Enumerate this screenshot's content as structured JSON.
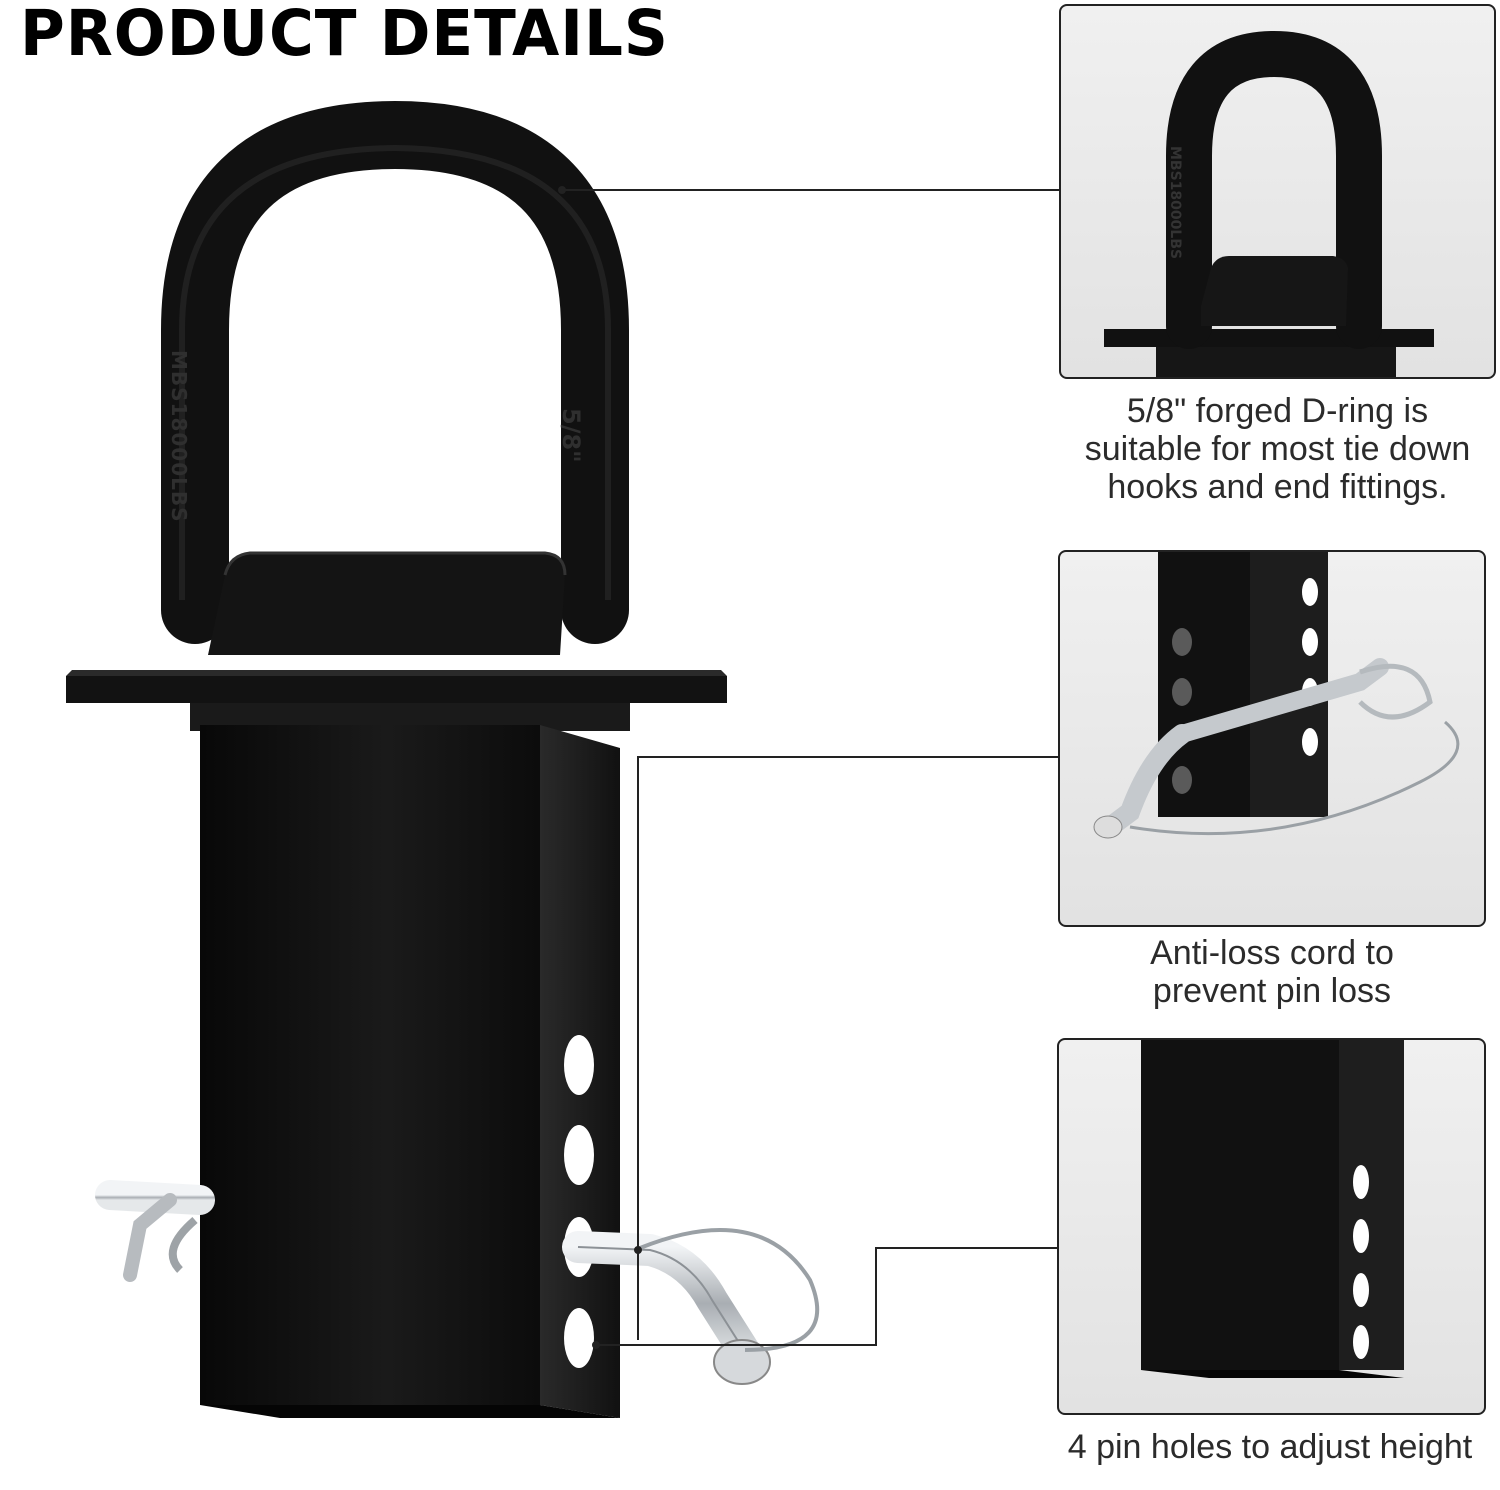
{
  "page": {
    "title": "PRODUCT DETAILS"
  },
  "product": {
    "ring_marking_size": "5/8\"",
    "ring_marking_rating": "MBS18000LBS"
  },
  "details": [
    {
      "id": "d-ring",
      "caption_lines": [
        "5/8\" forged D-ring is",
        "suitable for most tie down",
        "hooks and end fittings."
      ]
    },
    {
      "id": "anti-loss-cord",
      "caption_lines": [
        "Anti-loss cord to",
        "prevent pin loss"
      ]
    },
    {
      "id": "pin-holes",
      "caption_lines": [
        "4 pin holes to adjust height"
      ]
    }
  ],
  "colors": {
    "metal_black": "#151515",
    "panel_bg": "#e8e8e8",
    "pin_silver": "#c8ccd0",
    "caption_text": "#2b2b2b"
  }
}
